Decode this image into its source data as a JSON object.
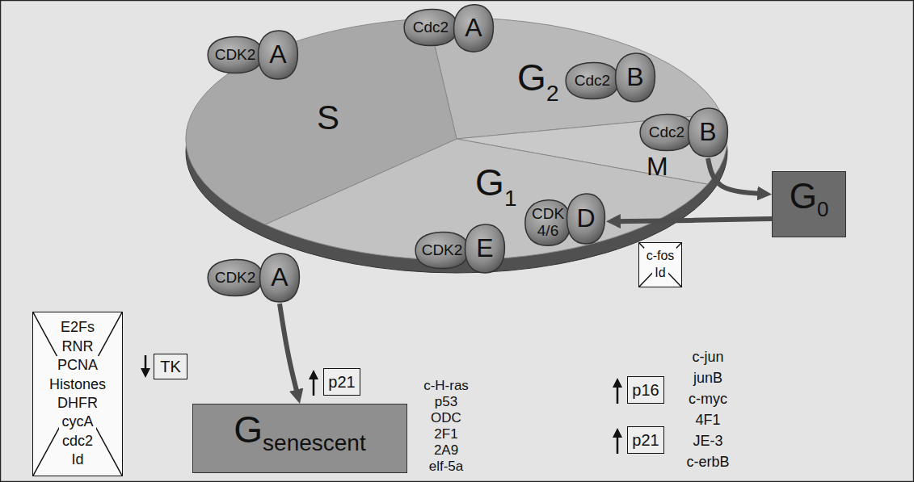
{
  "diagram": {
    "nodes": [
      {
        "text": [
          "CDK2"
        ]
      },
      {
        "text": [
          "A"
        ]
      },
      {
        "text": [
          "Cdc2"
        ]
      },
      {
        "text": [
          "A"
        ]
      },
      {
        "text": [
          "Cdc2"
        ]
      },
      {
        "text": [
          "B"
        ]
      },
      {
        "text": [
          "Cdc2"
        ]
      },
      {
        "text": [
          "B"
        ]
      },
      {
        "text": [
          "CDK 4/6"
        ]
      },
      {
        "text": [
          "D"
        ]
      },
      {
        "text": [
          "G",
          "0"
        ]
      },
      {
        "text": [
          "c-fos",
          "Id"
        ]
      },
      {
        "text": [
          "CDK2"
        ]
      },
      {
        "text": [
          "E"
        ]
      },
      {
        "text": [
          "CDK2"
        ]
      },
      {
        "text": [
          "A"
        ]
      },
      {
        "text": [
          "E2Fs",
          "RNR",
          "PCNA",
          "Histones",
          "DHFR",
          "cycA",
          "cdc2",
          "Id"
        ]
      },
      {
        "text": [
          "TK"
        ]
      },
      {
        "text": [
          "p21"
        ]
      },
      {
        "text": [
          "p16"
        ]
      },
      {
        "text": [
          "p21"
        ]
      },
      {
        "text": [
          "G",
          "senescent"
        ]
      }
    ],
    "edges": [
      {
        "from": 15,
        "to": 21,
        "arrow": "to"
      },
      {
        "from": 7,
        "to": 10,
        "arrow": "to"
      },
      {
        "from": 10,
        "to": 9,
        "arrow": "to"
      }
    ],
    "labels": [
      "S",
      "G",
      "2",
      "M",
      "G",
      "1",
      "c-H-ras",
      "p53",
      "ODC",
      "2F1",
      "2A9",
      "elf-5a",
      "c-jun",
      "junB",
      "c-myc",
      "4F1",
      "JE-3",
      "c-erbB"
    ]
  }
}
